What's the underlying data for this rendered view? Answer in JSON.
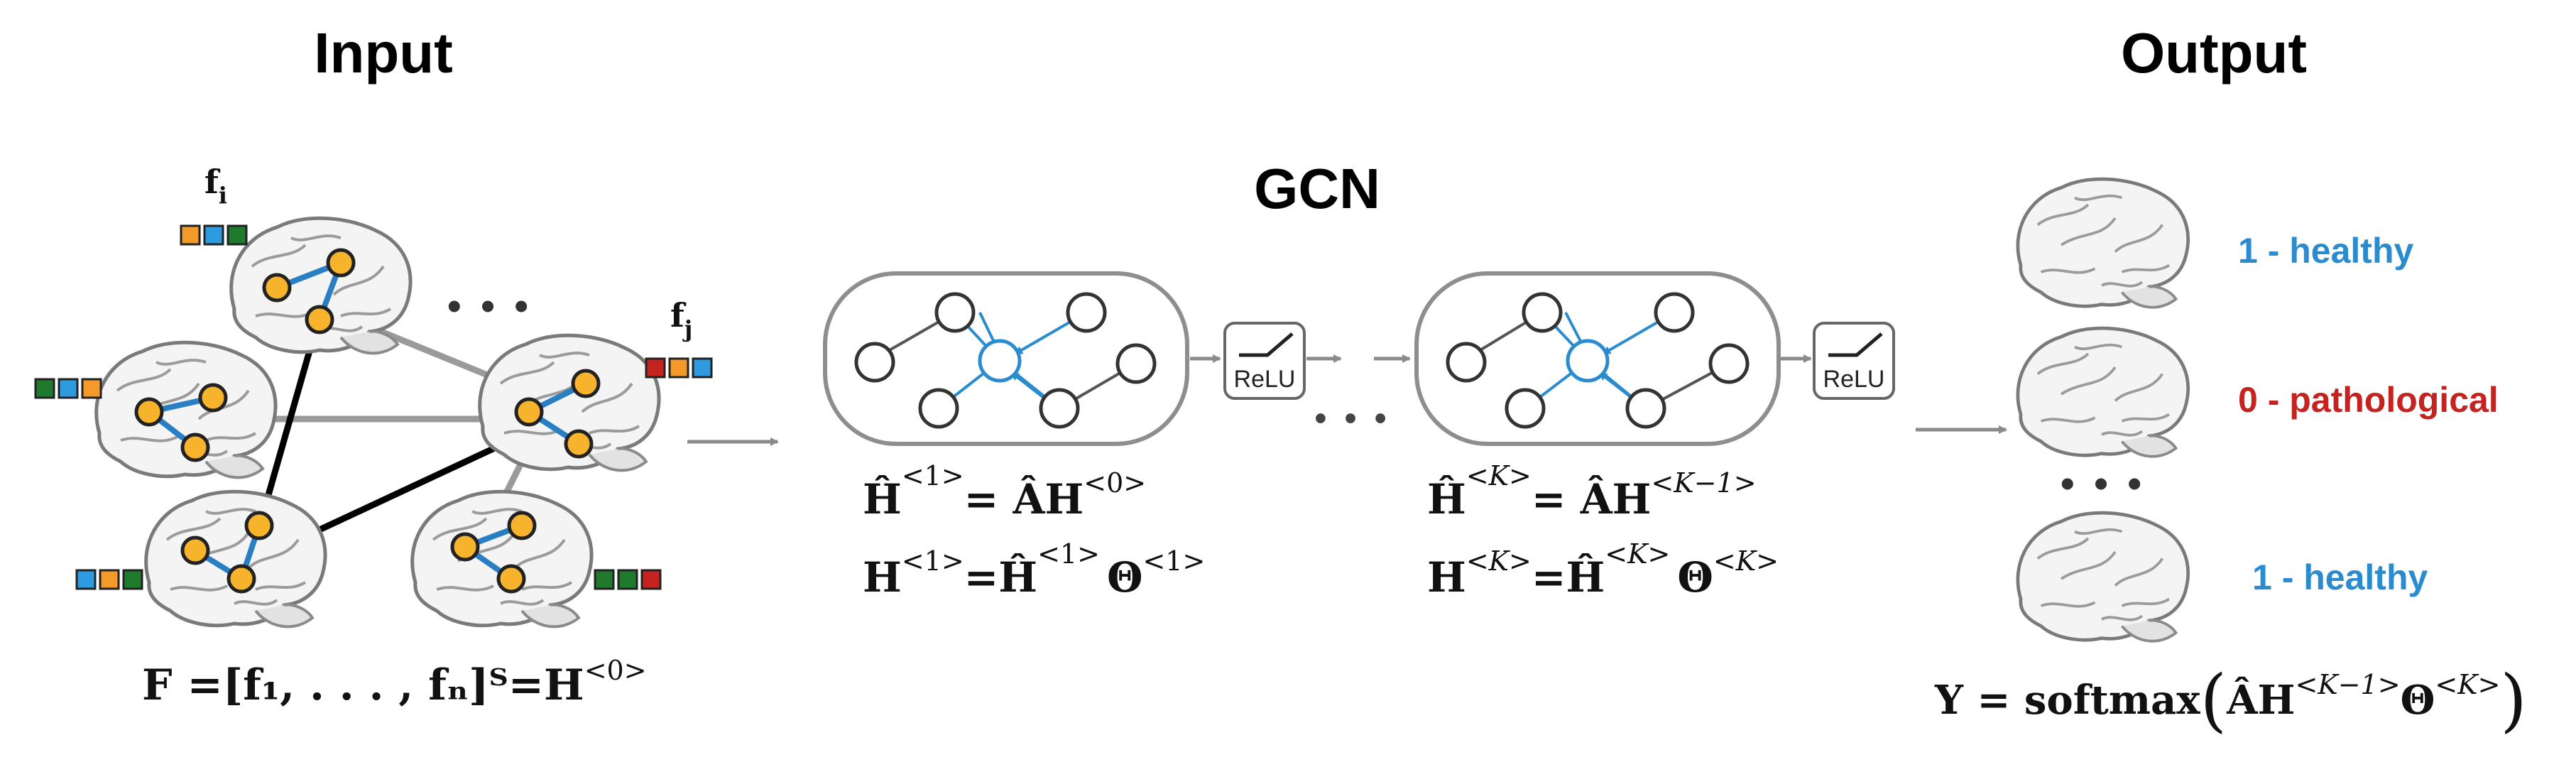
{
  "titles": {
    "input": "Input",
    "gcn": "GCN",
    "output": "Output"
  },
  "input": {
    "node_labels": {
      "fi": "f",
      "fi_sub": "i",
      "fj": "f",
      "fj_sub": "j"
    },
    "ellipsis": "• • •",
    "feature_colors": [
      "#f39a2b",
      "#2e9be0",
      "#1f7a2e",
      "#c4231f"
    ],
    "formula": "F =[f₁, . . . , fₙ]ᵀ=H",
    "formula_sup": "<0>"
  },
  "gcn": {
    "relu_label": "ReLU",
    "ellipsis": "• • •",
    "layer1": {
      "eq1_lhs": "Ĥ",
      "eq1_lhs_sup": "<1>",
      "eq1_rhs": "= ÂH",
      "eq1_rhs_sup": "<0>",
      "eq2_lhs": "H",
      "eq2_lhs_sup": "<1>",
      "eq2_mid": "=Ĥ",
      "eq2_mid_sup": "<1>",
      "eq2_end": "Θ",
      "eq2_end_sup": "<1>"
    },
    "layerK": {
      "eq1_lhs": "Ĥ",
      "eq1_lhs_sup": "<K>",
      "eq1_rhs": "= ÂH",
      "eq1_rhs_sup": "<K−1>",
      "eq2_lhs": "H",
      "eq2_lhs_sup": "<K>",
      "eq2_mid": "=Ĥ",
      "eq2_mid_sup": "<K>",
      "eq2_end": "Θ",
      "eq2_end_sup": "<K>"
    }
  },
  "output": {
    "labels": [
      {
        "text": "1 - healthy",
        "color": "#2a8ccf"
      },
      {
        "text": "0 - pathological",
        "color": "#c4231f"
      },
      {
        "text": "1 - healthy",
        "color": "#2a8ccf"
      }
    ],
    "ellipsis": "• • •",
    "formula_lhs": "Y = softmax",
    "formula_inner": "ÂH",
    "formula_inner_sup": "<K−1>",
    "formula_theta": "Θ",
    "formula_theta_sup": "<K>"
  },
  "colors": {
    "node_fill": "#f7b32b",
    "edge_blue": "#2a7ec4",
    "gcn_blue": "#2a8ccf",
    "graph_gray": "#9a9a9a",
    "graph_black": "#000000"
  }
}
